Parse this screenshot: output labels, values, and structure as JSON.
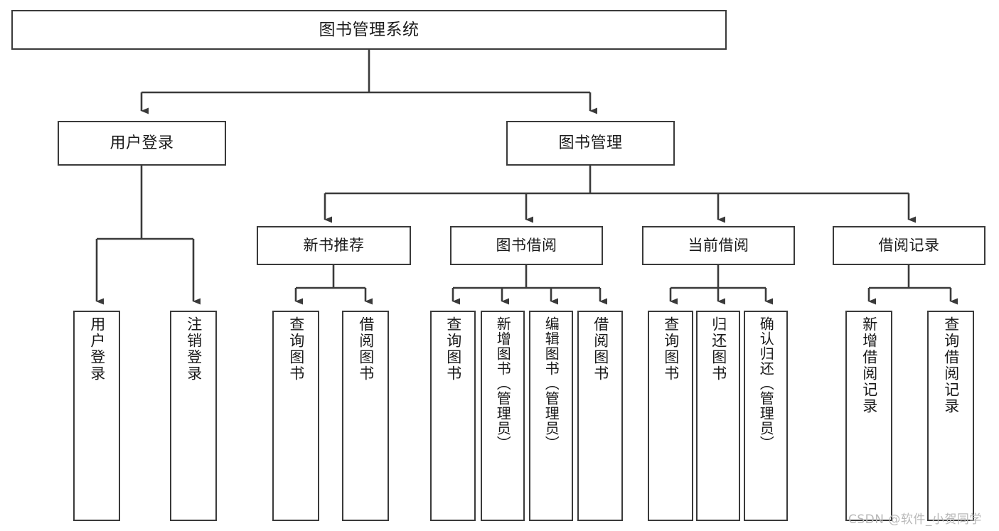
{
  "diagram": {
    "type": "tree-hierarchy",
    "title": "图书管理系统",
    "colors": {
      "box_border": "#3a3a3a",
      "box_fill": "#ffffff",
      "edge": "#3a3a3a",
      "text": "#1a1a1a",
      "watermark": "#b9b9b9",
      "background": "#ffffff"
    },
    "root": {
      "label": "图书管理系统"
    },
    "level1": [
      {
        "id": "user-login",
        "label": "用户登录"
      },
      {
        "id": "book-manage",
        "label": "图书管理"
      }
    ],
    "level2": [
      {
        "id": "new-book-rec",
        "label": "新书推荐",
        "parent": "book-manage"
      },
      {
        "id": "book-borrow",
        "label": "图书借阅",
        "parent": "book-manage"
      },
      {
        "id": "current-borrow",
        "label": "当前借阅",
        "parent": "book-manage"
      },
      {
        "id": "borrow-record",
        "label": "借阅记录",
        "parent": "book-manage"
      }
    ],
    "leaves": {
      "user_login": [
        {
          "id": "leaf-user-login",
          "label": "用户登录"
        },
        {
          "id": "leaf-user-logout",
          "label": "注销登录"
        }
      ],
      "new_book_rec": [
        {
          "id": "leaf-query-book-1",
          "label": "查询图书"
        },
        {
          "id": "leaf-borrow-book-1",
          "label": "借阅图书"
        }
      ],
      "book_borrow": [
        {
          "id": "leaf-query-book-2",
          "label": "查询图书"
        },
        {
          "id": "leaf-add-book",
          "label": "新增图书（管理员）"
        },
        {
          "id": "leaf-edit-book",
          "label": "编辑图书（管理员）"
        },
        {
          "id": "leaf-borrow-book-2",
          "label": "借阅图书"
        }
      ],
      "current_borrow": [
        {
          "id": "leaf-query-book-3",
          "label": "查询图书"
        },
        {
          "id": "leaf-return-book",
          "label": "归还图书"
        },
        {
          "id": "leaf-confirm-return",
          "label": "确认归还（管理员）"
        }
      ],
      "borrow_record": [
        {
          "id": "leaf-add-record",
          "label": "新增借阅记录"
        },
        {
          "id": "leaf-query-record",
          "label": "查询借阅记录"
        }
      ]
    },
    "watermark": "CSDN @软件_小贺同学"
  }
}
